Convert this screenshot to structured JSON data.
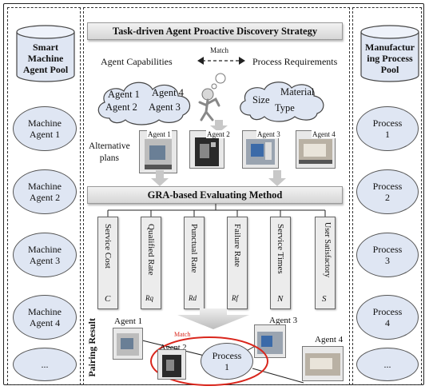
{
  "left_pool": {
    "title_line1": "Smart",
    "title_line2": "Machine",
    "title_line3": "Agent Pool",
    "agents": [
      {
        "line1": "Machine",
        "line2": "Agent 1"
      },
      {
        "line1": "Machine",
        "line2": "Agent 2"
      },
      {
        "line1": "Machine",
        "line2": "Agent 3"
      },
      {
        "line1": "Machine",
        "line2": "Agent 4"
      },
      {
        "line1": "...",
        "line2": ""
      }
    ]
  },
  "right_pool": {
    "title_line1": "Manufactur",
    "title_line2": "ing Process",
    "title_line3": "Pool",
    "processes": [
      {
        "line1": "Process",
        "line2": "1"
      },
      {
        "line1": "Process",
        "line2": "2"
      },
      {
        "line1": "Process",
        "line2": "3"
      },
      {
        "line1": "Process",
        "line2": "4"
      },
      {
        "line1": "...",
        "line2": ""
      }
    ]
  },
  "center": {
    "strategy_title": "Task-driven Agent Proactive Discovery Strategy",
    "agent_capabilities": "Agent Capabilities",
    "match": "Match",
    "process_requirements": "Process Requirements",
    "agent_cloud": [
      "Agent 1",
      "Agent 4",
      "Agent 2",
      "Agent 3"
    ],
    "req_cloud": [
      "Size",
      "Material",
      "Type"
    ],
    "alternative_line1": "Alternative",
    "alternative_line2": "plans",
    "plan_labels": [
      "Agent 1",
      "Agent 2",
      "Agent 3",
      "Agent 4"
    ],
    "gra_title": "GRA-based Evaluating Method",
    "criteria": [
      {
        "label": "Service Cost",
        "symbol": "C"
      },
      {
        "label": "Qualified Rate",
        "symbol": "Rq"
      },
      {
        "label": "Punctual Rate",
        "symbol": "Rd"
      },
      {
        "label": "Failure Rate",
        "symbol": "Rf"
      },
      {
        "label": "Service Times",
        "symbol": "N"
      },
      {
        "label": "User Satisfactory",
        "symbol": "S"
      }
    ],
    "pairing_result": "Pairing Result",
    "pairing": {
      "agent1": "Agent 1",
      "agent2": "Agent 2",
      "agent3": "Agent 3",
      "agent4": "Agent 4",
      "match": "Match",
      "process_line1": "Process",
      "process_line2": "1"
    }
  },
  "colors": {
    "ellipse_fill": "#dfe6f3",
    "cylinder_fill": "#dfe6f3",
    "cloud_fill": "#dfe6f3",
    "match_highlight": "#d9261c",
    "arrow_gray": "#c8c8c8"
  },
  "icons": [
    "database-cylinder-icon",
    "cloud-icon",
    "thinking-person-icon",
    "cnc-machine-icon",
    "block-arrow-icon"
  ]
}
